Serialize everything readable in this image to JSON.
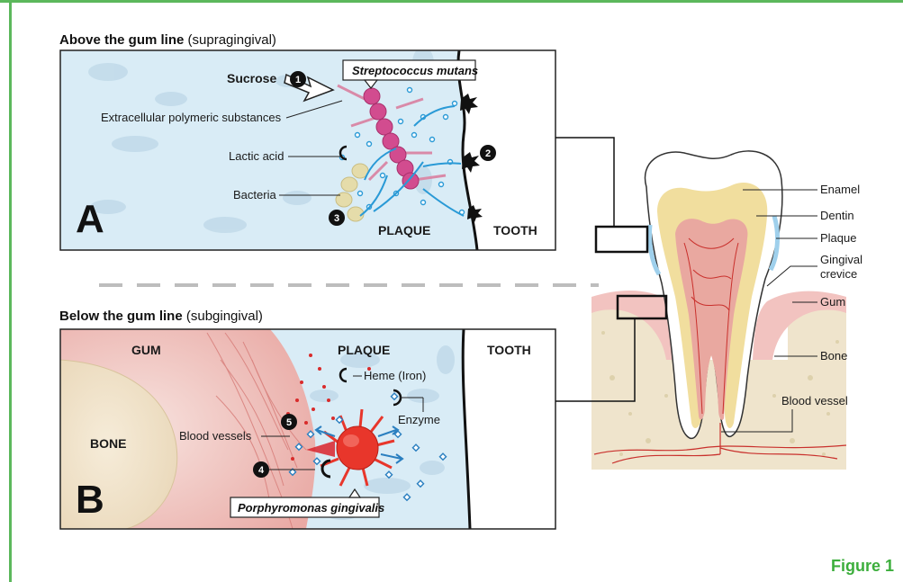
{
  "panel_a": {
    "heading_bold": "Above the gum line",
    "heading_rest": "(supragingival)",
    "letter": "A",
    "labels": {
      "sucrose": "Sucrose",
      "streptococcus": "Streptococcus mutans",
      "eps": "Extracellular polymeric substances",
      "lactic_acid": "Lactic acid",
      "bacteria": "Bacteria",
      "plaque": "PLAQUE",
      "tooth": "TOOTH"
    },
    "steps": [
      "1",
      "2",
      "3"
    ]
  },
  "panel_b": {
    "heading_bold": "Below the gum line",
    "heading_rest": "(subgingival)",
    "letter": "B",
    "labels": {
      "gum": "GUM",
      "plaque": "PLAQUE",
      "tooth": "TOOTH",
      "bone": "BONE",
      "heme": "Heme (Iron)",
      "enzyme": "Enzyme",
      "blood_vessels": "Blood vessels",
      "porphyromonas": "Porphyromonas gingivalis"
    },
    "steps": [
      "4",
      "5"
    ]
  },
  "tooth_labels": {
    "enamel": "Enamel",
    "dentin": "Dentin",
    "plaque": "Plaque",
    "gingival_1": "Gingival",
    "gingival_2": "crevice",
    "gum": "Gum",
    "bone": "Bone",
    "blood_vessel": "Blood vessel"
  },
  "figure_label": "Figure 1",
  "colors": {
    "frame_green": "#5cb85c",
    "plaque_blue": "#cfe6f3",
    "bacteria_pink": "#d24c8f",
    "pathogen_red": "#e8362b",
    "enamel": "#ffffff",
    "dentin": "#f0dfa0"
  }
}
